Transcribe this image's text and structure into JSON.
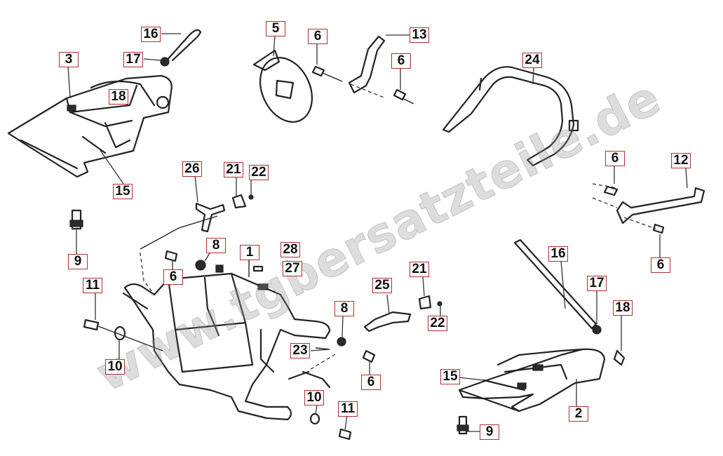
{
  "watermark": "www.tgbersatzteile.de",
  "colors": {
    "callout_border": "#b03030",
    "line": "#222222",
    "watermark": "#969696"
  },
  "callouts": [
    "16",
    "17",
    "3",
    "18",
    "15",
    "9",
    "5",
    "6",
    "13",
    "6",
    "24",
    "6",
    "12",
    "6",
    "26",
    "21",
    "22",
    "8",
    "6",
    "1",
    "28",
    "27",
    "11",
    "10",
    "25",
    "21",
    "22",
    "8",
    "23",
    "6",
    "16",
    "17",
    "18",
    "15",
    "2",
    "9",
    "10",
    "11"
  ]
}
